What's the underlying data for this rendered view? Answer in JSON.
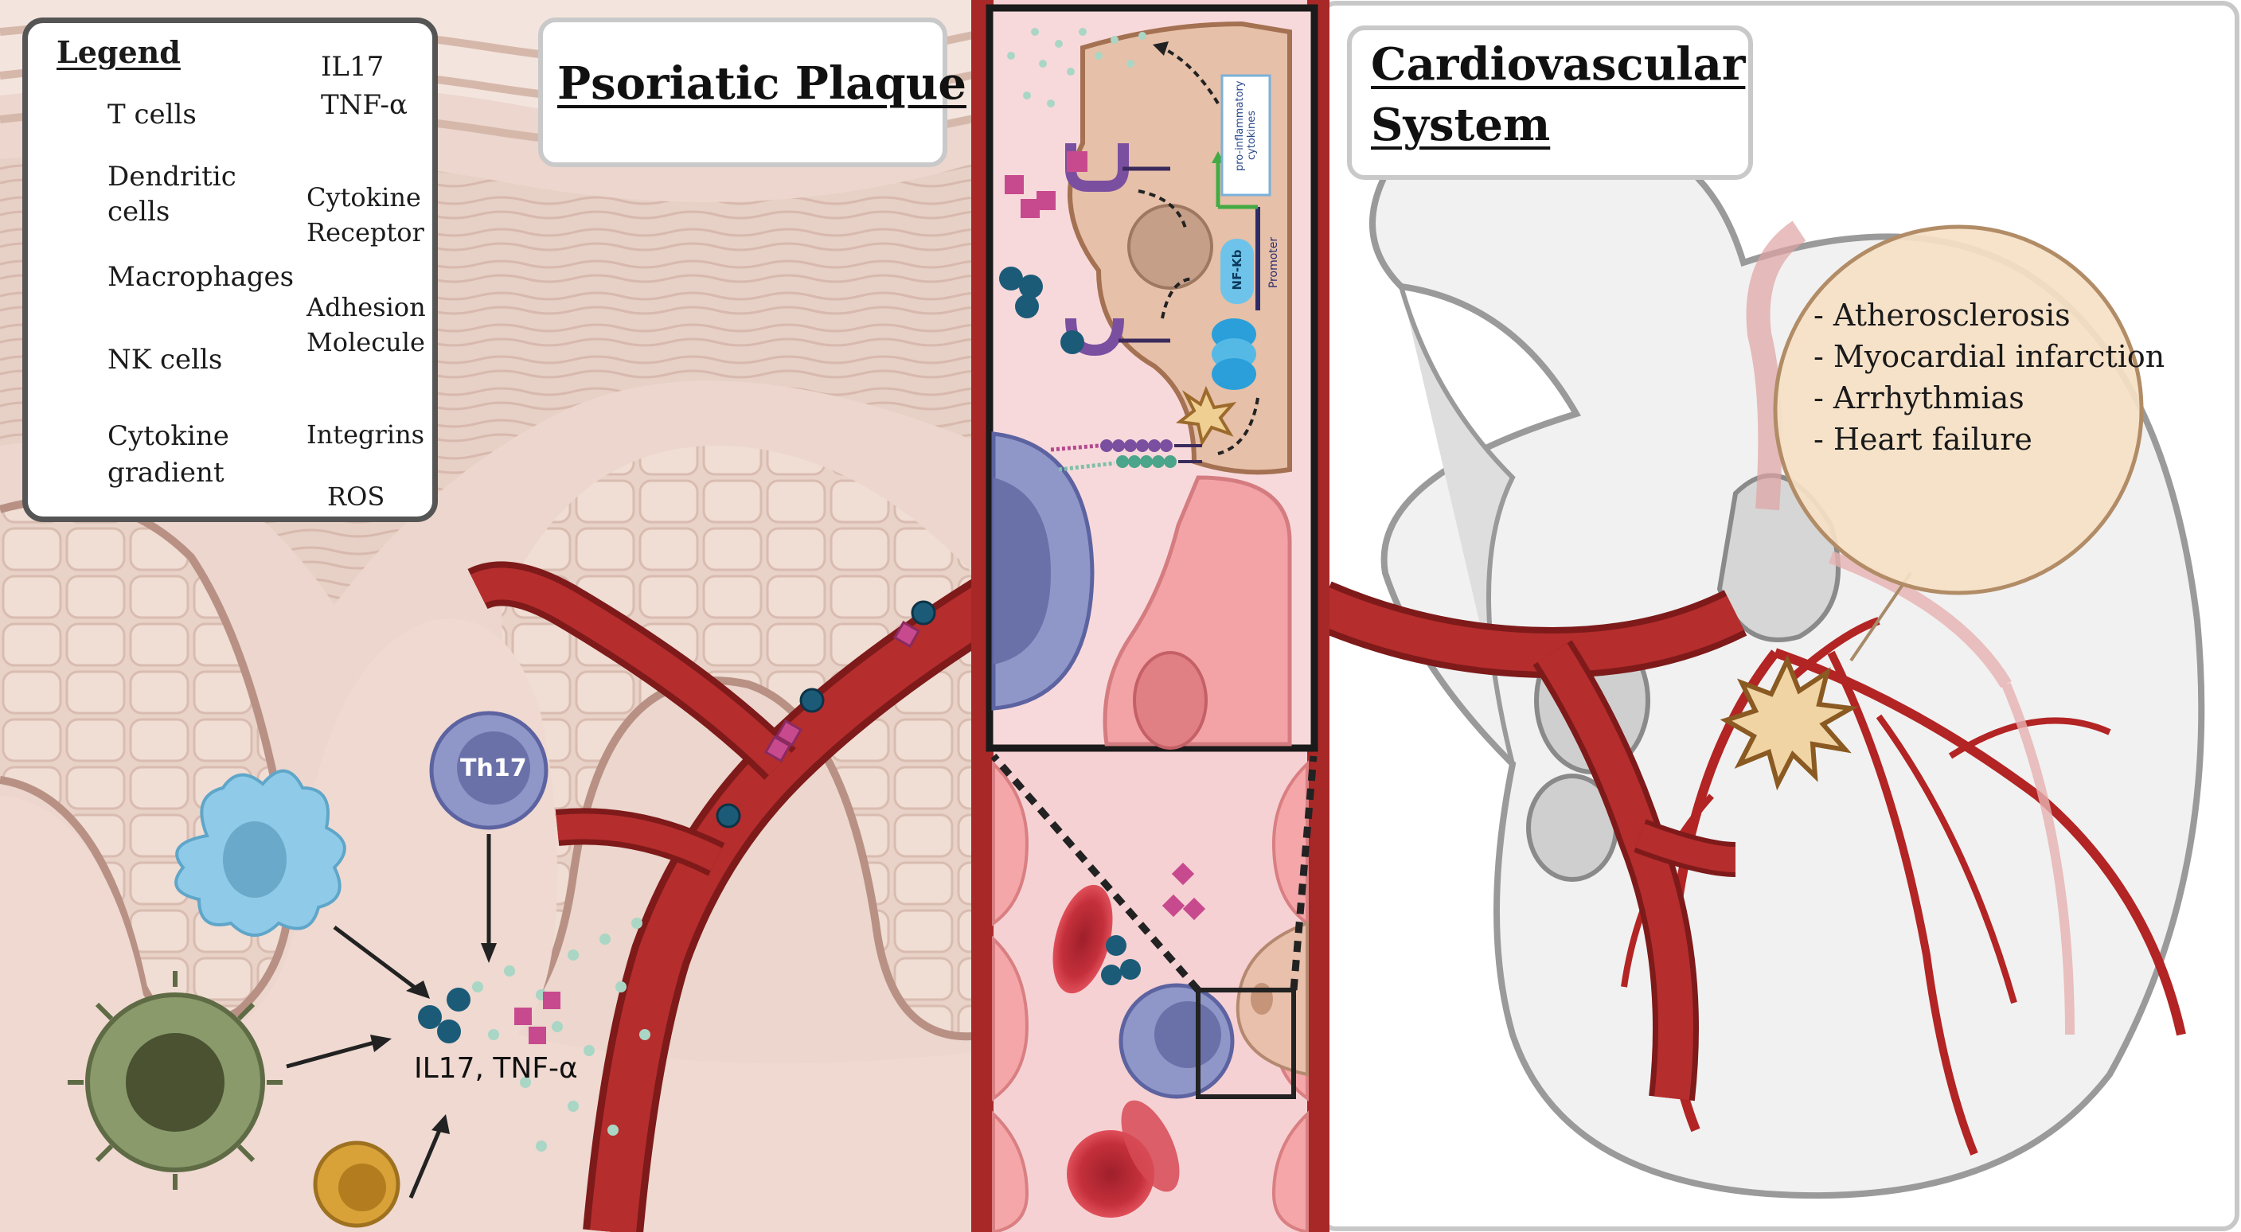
{
  "titles": {
    "psoriatic": "Psoriatic Plaque",
    "cardio_line1": "Cardiovascular",
    "cardio_line2": "System"
  },
  "legend": {
    "heading": "Legend",
    "t_cells": "T cells",
    "dendritic_line1": "Dendritic",
    "dendritic_line2": "cells",
    "macrophages": "Macrophages",
    "nk_cells": "NK cells",
    "cytokine_gradient_line1": "Cytokine",
    "cytokine_gradient_line2": "gradient",
    "il17": "IL17",
    "tnf": "TNF-α",
    "cytokine_receptor_line1": "Cytokine",
    "cytokine_receptor_line2": "Receptor",
    "adhesion_line1": "Adhesion",
    "adhesion_line2": "Molecule",
    "integrins": "Integrins",
    "ros": "ROS"
  },
  "labels": {
    "th17": "Th17",
    "il17_tnf": "IL17, TNF-α",
    "pro_inflammatory_line1": "pro-inflammatory",
    "pro_inflammatory_line2": "cytokines",
    "nfkb": "NF-Kb",
    "promoter": "Promoter"
  },
  "diseases": [
    "- Atherosclerosis",
    "- Myocardial infarction",
    "- Arrhythmias",
    "- Heart failure"
  ],
  "colors": {
    "vessel": "#a82828",
    "vessel_dark": "#7e1a1a",
    "tissue": "#ecd4cc",
    "skin_layer": "#e3cbc1",
    "t_cell": "#8f97c9",
    "dendritic": "#8fcbe8",
    "macrophage": "#8a9a6b",
    "nk_cell": "#d9a238",
    "il17": "#1c5b78",
    "tnf": "#c84a8e",
    "circle_panel": "#f5dfc4"
  }
}
